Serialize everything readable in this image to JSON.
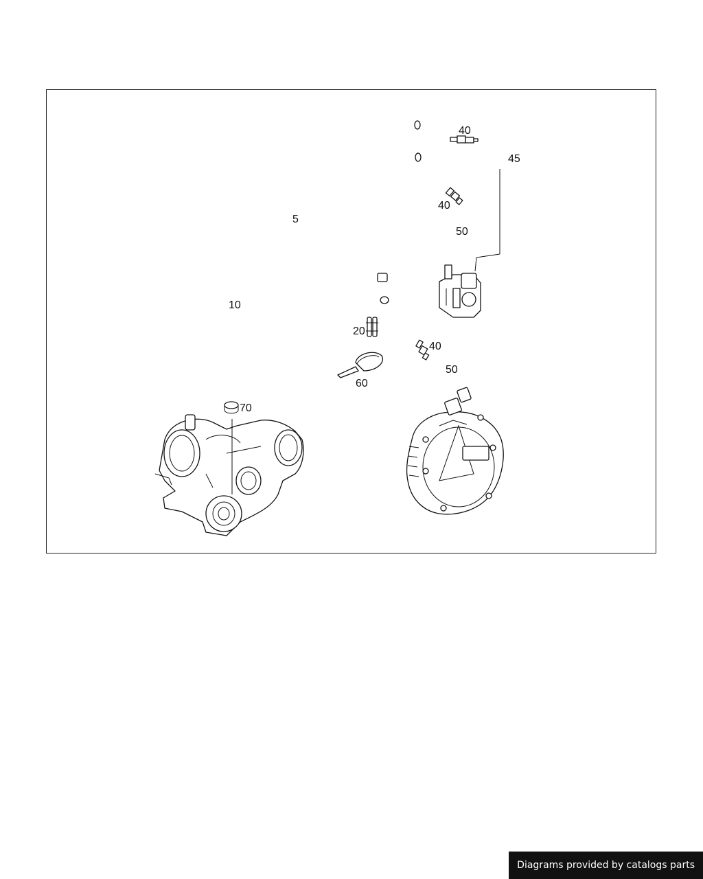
{
  "diagram": {
    "callouts": {
      "hose_main": "5",
      "hose_long": "10",
      "clip": "20",
      "connector_top": "40",
      "connector_mid": "40",
      "connector_low": "40",
      "elbow_hose": "45",
      "short_hose_mid": "50",
      "short_hose_low": "50",
      "cable_tie": "60",
      "hose_clamp": "70"
    },
    "components": {
      "turbocharger": "turbocharger-drawing",
      "vacuum_pump": "vacuum-pump-drawing",
      "pressure_converter": "pressure-converter-drawing"
    }
  },
  "footer": {
    "credit_text": "Diagrams provided by catalogs parts"
  }
}
